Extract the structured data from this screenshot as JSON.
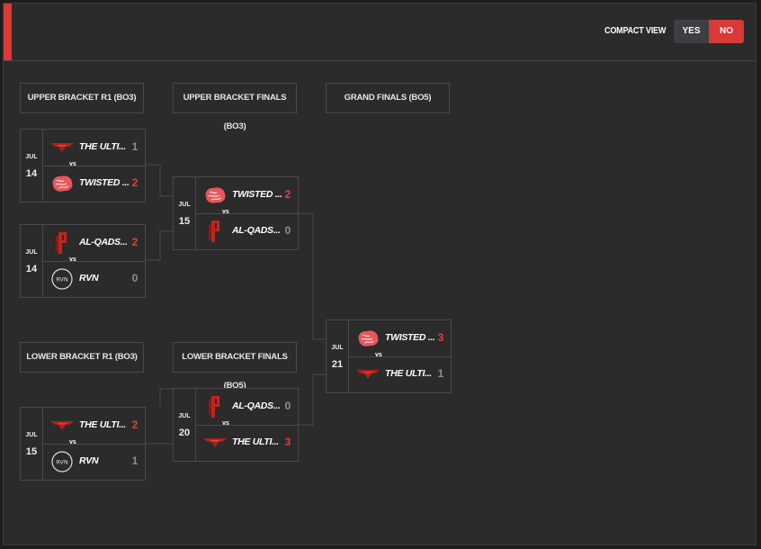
{
  "header": {
    "compact_view_label": "COMPACT VIEW",
    "toggle_yes": "YES",
    "toggle_no": "NO",
    "active_option": "NO",
    "accent_color": "#d93a36"
  },
  "rounds": {
    "ub_r1": "UPPER BRACKET R1 (BO3)",
    "ub_finals": "UPPER BRACKET FINALS (BO3)",
    "grand_finals": "GRAND FINALS (BO5)",
    "lb_r1": "LOWER BRACKET R1 (BO3)",
    "lb_finals": "LOWER BRACKET FINALS (BO5)"
  },
  "vs_label": "vs",
  "matches": {
    "ub1": {
      "month": "JUL",
      "day": "14",
      "team1": {
        "name": "THE ULTI...",
        "score": "1",
        "logo": "ultimates-logo-icon",
        "winner": false
      },
      "team2": {
        "name": "TWISTED ...",
        "score": "2",
        "logo": "twisted-minds-logo-icon",
        "winner": true
      }
    },
    "ub2": {
      "month": "JUL",
      "day": "14",
      "team1": {
        "name": "AL-QADS...",
        "score": "2",
        "logo": "al-qadsiah-logo-icon",
        "winner": true
      },
      "team2": {
        "name": "RVN",
        "score": "0",
        "logo": "rvn-logo-icon",
        "winner": false
      }
    },
    "ubf": {
      "month": "JUL",
      "day": "15",
      "team1": {
        "name": "TWISTED ...",
        "score": "2",
        "logo": "twisted-minds-logo-icon",
        "winner": true
      },
      "team2": {
        "name": "AL-QADS...",
        "score": "0",
        "logo": "al-qadsiah-logo-icon",
        "winner": false
      }
    },
    "lb1": {
      "month": "JUL",
      "day": "15",
      "team1": {
        "name": "THE ULTI...",
        "score": "2",
        "logo": "ultimates-logo-icon",
        "winner": true
      },
      "team2": {
        "name": "RVN",
        "score": "1",
        "logo": "rvn-logo-icon",
        "winner": false
      }
    },
    "lbf": {
      "month": "JUL",
      "day": "20",
      "team1": {
        "name": "AL-QADS...",
        "score": "0",
        "logo": "al-qadsiah-logo-icon",
        "winner": false
      },
      "team2": {
        "name": "THE ULTI...",
        "score": "3",
        "logo": "ultimates-logo-icon",
        "winner": true
      }
    },
    "gf": {
      "month": "JUL",
      "day": "21",
      "team1": {
        "name": "TWISTED ...",
        "score": "3",
        "logo": "twisted-minds-logo-icon",
        "winner": true
      },
      "team2": {
        "name": "THE ULTI...",
        "score": "1",
        "logo": "ultimates-logo-icon",
        "winner": false
      }
    }
  }
}
